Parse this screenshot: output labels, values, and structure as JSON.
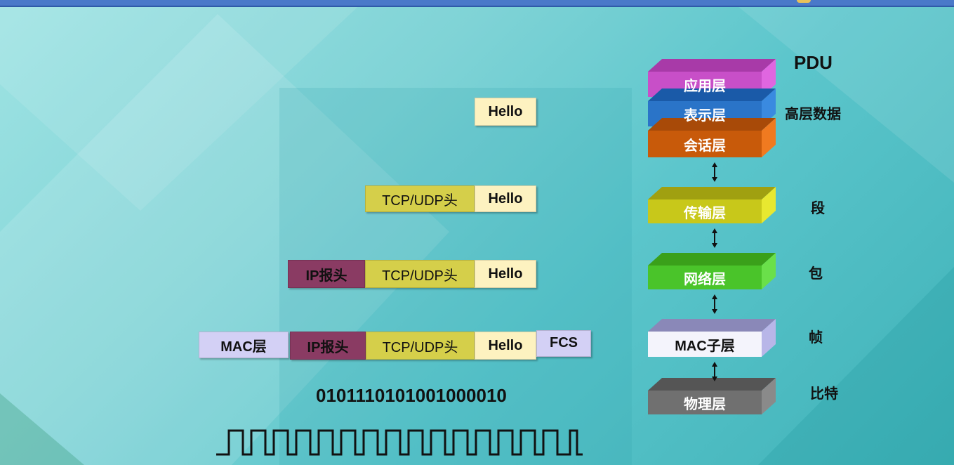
{
  "headers": {
    "hello": "Hello",
    "tcp_udp": "TCP/UDP头",
    "ip": "IP报头",
    "mac": "MAC层",
    "fcs": "FCS"
  },
  "bits": "0101110101001000010",
  "pdu_title": "PDU",
  "layers": [
    {
      "name": "应用层",
      "color": "#c84fc8"
    },
    {
      "name": "表示层",
      "color": "#2a74c8"
    },
    {
      "name": "会话层",
      "color": "#c85a0a"
    },
    {
      "name": "传输层",
      "color": "#c8c81a"
    },
    {
      "name": "网络层",
      "color": "#4ac42a"
    },
    {
      "name": "MAC子层",
      "color": "#ffffff"
    },
    {
      "name": "物理层",
      "color": "#707070"
    }
  ],
  "pdu_labels": {
    "high": "高层数据",
    "segment": "段",
    "packet": "包",
    "frame": "帧",
    "bit": "比特"
  }
}
